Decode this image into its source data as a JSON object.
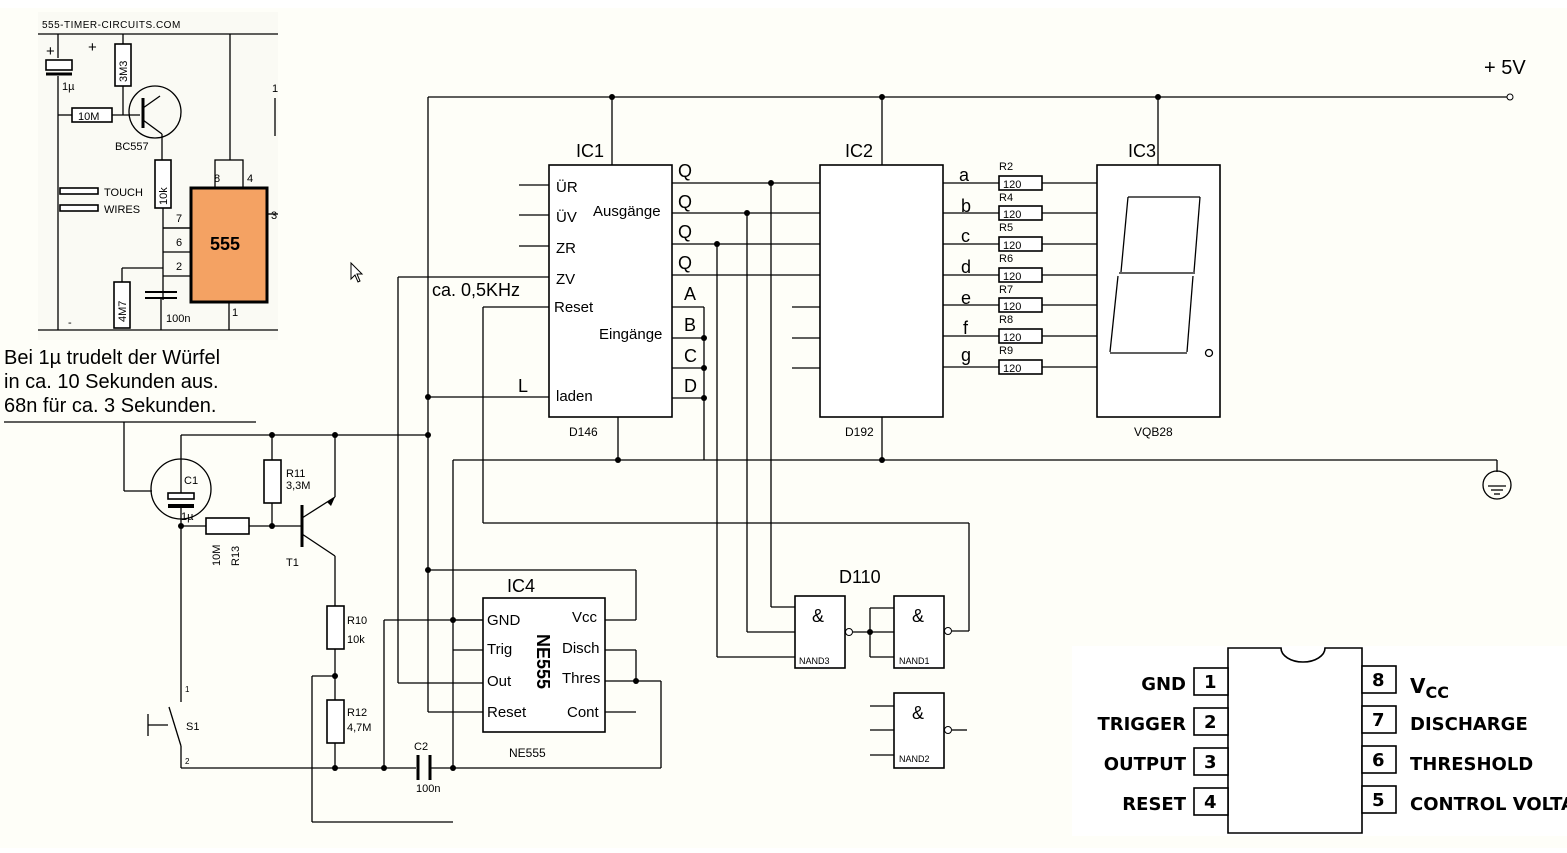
{
  "inset": {
    "site": "555-TIMER-CIRCUITS.COM",
    "plus": "+",
    "minus": "-",
    "c_top": "1µ",
    "r_3m3": "3M3",
    "r_10m": "10M",
    "transistor": "BC557",
    "touch1": "TOUCH",
    "touch2": "WIRES",
    "r_10k": "10k",
    "r_4m7": "4M7",
    "c_100n": "100n",
    "chip": "555",
    "pins": {
      "p8": "8",
      "p4": "4",
      "p7": "7",
      "p6": "6",
      "p2": "2",
      "p1": "1",
      "p3": "3",
      "pr1": "1"
    }
  },
  "note": {
    "line1": "Bei 1µ trudelt der Würfel",
    "line2": "in ca. 10 Sekunden aus.",
    "line3": "68n für ca. 3 Sekunden."
  },
  "supply": "+ 5V",
  "freq": "ca. 0,5KHz",
  "ic1": {
    "name": "IC1",
    "type": "D146",
    "inputs": [
      "ÜR",
      "ÜV",
      "ZR",
      "ZV",
      "Reset",
      "laden"
    ],
    "ausgaenge": "Ausgänge",
    "eingaenge": "Eingänge",
    "q": [
      "Q",
      "Q",
      "Q",
      "Q"
    ],
    "abcd": [
      "A",
      "B",
      "C",
      "D"
    ],
    "l_label": "L"
  },
  "ic2": {
    "name": "IC2",
    "type": "D192",
    "segments": [
      "a",
      "b",
      "c",
      "d",
      "e",
      "f",
      "g"
    ],
    "resistor_names": [
      "R2",
      "R4",
      "R5",
      "R6",
      "R7",
      "R8",
      "R9"
    ],
    "resistor_value": "120"
  },
  "ic3": {
    "name": "IC3",
    "type": "VQB28"
  },
  "timer_circuit": {
    "c1": "C1",
    "c1_val": "1µ",
    "r11": "R11",
    "r11_val": "3,3M",
    "r13": "R13",
    "r13_val": "10M",
    "t1": "T1",
    "r10": "R10",
    "r10_val": "10k",
    "r12": "R12",
    "r12_val": "4,7M",
    "c2": "C2",
    "c2_val": "100n",
    "s1": "S1",
    "s1_p1": "1",
    "s1_p2": "2"
  },
  "ic4": {
    "name": "IC4",
    "chip_label": "NE555",
    "type": "NE555",
    "left": [
      "GND",
      "Trig",
      "Out",
      "Reset"
    ],
    "right": [
      "Vcc",
      "Disch",
      "Thres",
      "Cont"
    ]
  },
  "gates": {
    "group": "D110",
    "symbol": "&",
    "nand3": "NAND3",
    "nand1": "NAND1",
    "nand2": "NAND2"
  },
  "pinout": {
    "left_labels": [
      "GND",
      "TRIGGER",
      "OUTPUT",
      "RESET"
    ],
    "left_nums": [
      "1",
      "2",
      "3",
      "4"
    ],
    "right_nums": [
      "8",
      "7",
      "6",
      "5"
    ],
    "vcc_main": "V",
    "vcc_sub": "CC",
    "right_labels": [
      "DISCHARGE",
      "THRESHOLD",
      "CONTROL VOLTA"
    ]
  }
}
